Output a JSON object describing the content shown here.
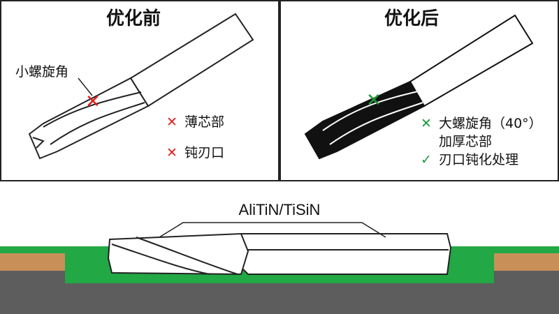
{
  "before": {
    "title": "优化前",
    "callout": "小螺旋角",
    "items": [
      {
        "icon": "x-mark",
        "text": "薄芯部"
      },
      {
        "icon": "x-mark",
        "text": "钝刃口"
      }
    ]
  },
  "after": {
    "title": "优化后",
    "items": [
      {
        "icon": "x-mark",
        "text": "大螺旋角（40°）"
      },
      {
        "icon": "none",
        "text": "加厚芯部"
      },
      {
        "icon": "check-mark",
        "text": "刃口钝化处理"
      }
    ]
  },
  "coating": {
    "label": "AliTiN/TiSiN"
  },
  "colors": {
    "bad": "#e0201e",
    "good": "#1e9a3c",
    "green": "#22a845",
    "tan": "#c89058",
    "gray": "#5d5d5d"
  }
}
